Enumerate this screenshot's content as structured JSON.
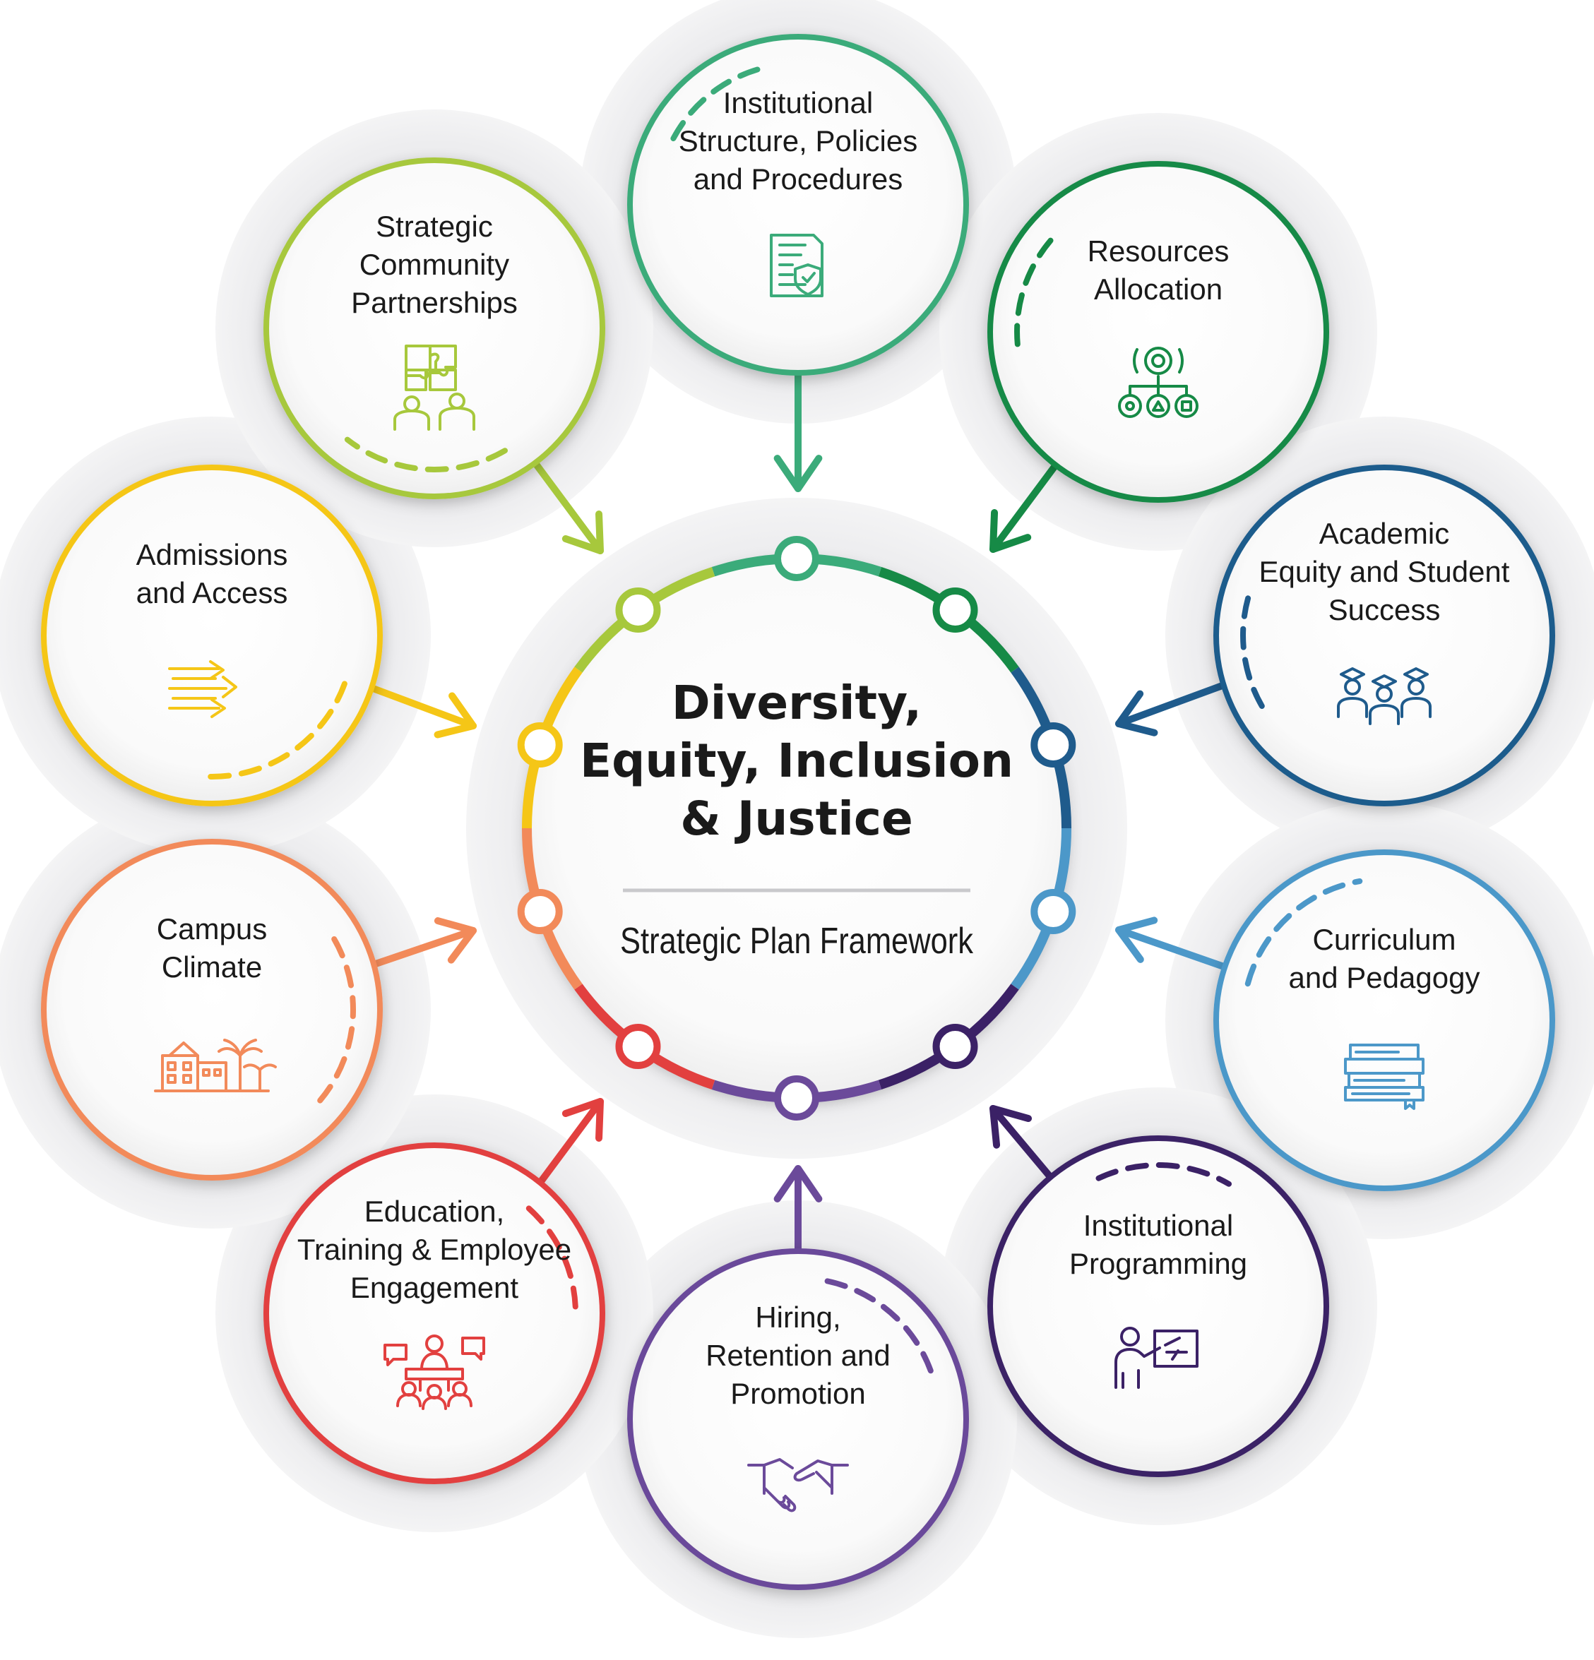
{
  "center": {
    "title_lines": [
      "Diversity,",
      "Equity, Inclusion",
      "& Justice"
    ],
    "subtitle": "Strategic Plan Framework"
  },
  "nodes": [
    {
      "id": "institutional-structure",
      "lines": [
        "Institutional",
        "Structure, Policies",
        "and Procedures"
      ],
      "color": "#3bab7a",
      "icon": "document-shield-icon"
    },
    {
      "id": "resources-allocation",
      "lines": [
        "Resources",
        "Allocation"
      ],
      "color": "#168a46",
      "icon": "gear-hierarchy-icon"
    },
    {
      "id": "academic-equity",
      "lines": [
        "Academic",
        "Equity and Student",
        "Success"
      ],
      "color": "#1f5b8c",
      "icon": "graduates-icon"
    },
    {
      "id": "curriculum-pedagogy",
      "lines": [
        "Curriculum",
        "and Pedagogy"
      ],
      "color": "#4c98c9",
      "icon": "books-icon"
    },
    {
      "id": "institutional-programming",
      "lines": [
        "Institutional",
        "Programming"
      ],
      "color": "#3b2166",
      "icon": "presenter-icon"
    },
    {
      "id": "hiring-retention",
      "lines": [
        "Hiring,",
        "Retention and",
        "Promotion"
      ],
      "color": "#6b4a9a",
      "icon": "handshake-icon"
    },
    {
      "id": "education-training",
      "lines": [
        "Education,",
        "Training & Employee",
        "Engagement"
      ],
      "color": "#e2403f",
      "icon": "meeting-icon"
    },
    {
      "id": "campus-climate",
      "lines": [
        "Campus",
        "Climate"
      ],
      "color": "#f28a5a",
      "icon": "campus-building-icon"
    },
    {
      "id": "admissions-access",
      "lines": [
        "Admissions",
        "and Access"
      ],
      "color": "#f5c617",
      "icon": "arrows-right-icon"
    },
    {
      "id": "community-partnerships",
      "lines": [
        "Strategic",
        "Community",
        "Partnerships"
      ],
      "color": "#a7c83c",
      "icon": "puzzle-people-icon"
    }
  ]
}
